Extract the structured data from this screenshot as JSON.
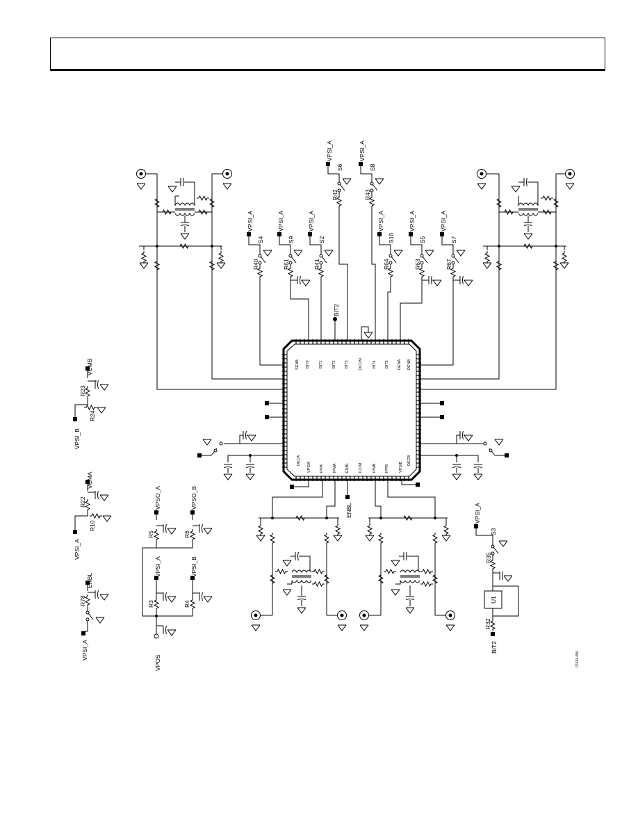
{
  "header": {
    "title": ""
  },
  "figure": {
    "id": "07434-056"
  },
  "chip": {
    "top_pins": [
      "SENB",
      "BIT0",
      "BIT1",
      "BIT2",
      "BIT3",
      "DCOM",
      "BIT4",
      "BIT5",
      "DENA",
      "DENB"
    ],
    "bottom_pins": [
      "DECA",
      "VPSIA",
      "IPPA",
      "IPMA",
      "ENBL",
      "ICOM",
      "IPMB",
      "IPPB",
      "VPSIB",
      "DECB"
    ]
  },
  "labels": {
    "vpsi_a": "VPSI_A",
    "vpsi_b": "VPSI_B",
    "vpso_a": "VPSO_A",
    "vpso_b": "VPSO_B",
    "vpos": "VPOS",
    "vcmb": "VCMB",
    "vcma": "VCMA",
    "enbl": "ENBL",
    "bit2": "BIT2",
    "u1": "U1"
  },
  "resistors": [
    "R40",
    "R61",
    "R41",
    "R42",
    "R43",
    "R64",
    "R63",
    "R67",
    "R23",
    "R24",
    "R22",
    "R10",
    "R78",
    "R5",
    "R6",
    "R3",
    "R4",
    "R35",
    "R32"
  ],
  "switches": [
    "S4",
    "S9",
    "S2",
    "S6",
    "S8",
    "S10",
    "S5",
    "S7",
    "S3"
  ]
}
